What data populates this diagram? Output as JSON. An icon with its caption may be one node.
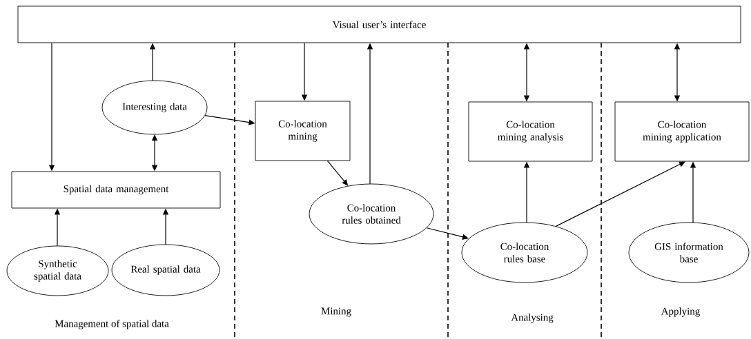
{
  "diagram": {
    "nodes": [
      {
        "text": [
          "Visual user’s interface"
        ]
      },
      {
        "text": [
          "Interesting data"
        ]
      },
      {
        "text": [
          "Spatial data management"
        ]
      },
      {
        "text": [
          "Synthetic spatial data"
        ]
      },
      {
        "text": [
          "Real spatial data"
        ]
      },
      {
        "text": [
          "Co-location mining"
        ]
      },
      {
        "text": [
          "Co-location rules obtained"
        ]
      },
      {
        "text": [
          "Co-location mining analysis"
        ]
      },
      {
        "text": [
          "Co-location mining application"
        ]
      },
      {
        "text": [
          "Co-location rules base"
        ]
      },
      {
        "text": [
          "GIS information base"
        ]
      }
    ],
    "edges": [
      {
        "from": 0,
        "to": 2,
        "arrow": "to"
      },
      {
        "from": 1,
        "to": 0,
        "arrow": "to"
      },
      {
        "from": 1,
        "to": 2,
        "arrow": "both"
      },
      {
        "from": 1,
        "to": 5,
        "arrow": "to"
      },
      {
        "from": 0,
        "to": 5,
        "arrow": "to"
      },
      {
        "from": 6,
        "to": 0,
        "arrow": "to"
      },
      {
        "from": 5,
        "to": 6,
        "arrow": "to"
      },
      {
        "from": 3,
        "to": 2,
        "arrow": "to"
      },
      {
        "from": 4,
        "to": 2,
        "arrow": "to"
      },
      {
        "from": 6,
        "to": 9,
        "arrow": "to"
      },
      {
        "from": 0,
        "to": 7,
        "arrow": "both"
      },
      {
        "from": 0,
        "to": 8,
        "arrow": "both"
      },
      {
        "from": 9,
        "to": 7,
        "arrow": "to"
      },
      {
        "from": 9,
        "to": 8,
        "arrow": "to"
      },
      {
        "from": 10,
        "to": 8,
        "arrow": "to"
      }
    ],
    "labels": [
      "Management of spatial data",
      "Mining",
      "Analysing",
      "Applying"
    ]
  }
}
